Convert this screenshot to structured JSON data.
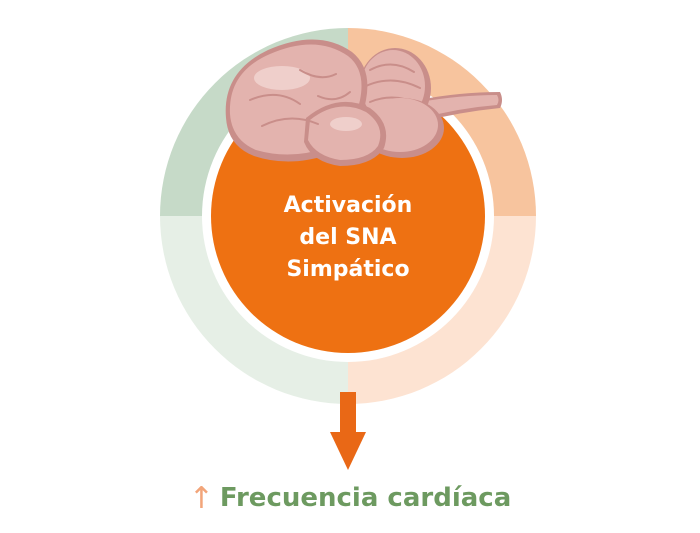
{
  "center": {
    "lines": [
      "Activación",
      "del SNA",
      "Simpático"
    ]
  },
  "outcome": {
    "arrow_symbol": "↑",
    "label": "Frecuencia cardíaca"
  },
  "colors": {
    "center_fill": "#ee7112",
    "ring_top_left": "#c6dac8",
    "ring_bottom_left": "#e6efe6",
    "ring_top_right": "#f7c49e",
    "ring_bottom_right": "#fde3d2",
    "down_arrow": "#e96816",
    "up_arrow": "#f2a57a",
    "label_text": "#6d9a60",
    "brain_main": "#e3b3ae",
    "brain_shade": "#c98e8a",
    "brain_highlight": "#efcfcb"
  },
  "icons": {
    "brain": "brain-icon",
    "down_arrow": "down-arrow-icon",
    "up_arrow": "up-arrow-icon"
  }
}
